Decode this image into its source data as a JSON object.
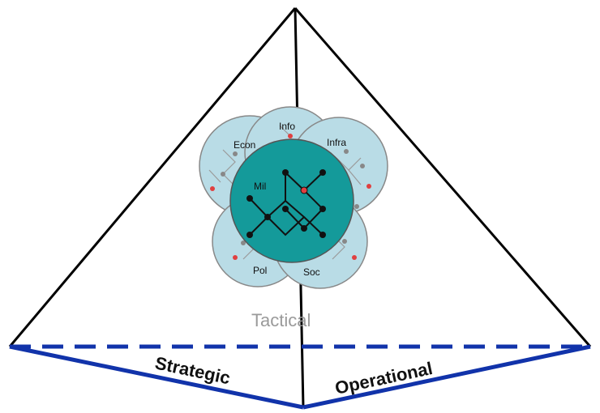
{
  "diagram": {
    "levels": {
      "tactical": "Tactical",
      "strategic": "Strategic",
      "operational": "Operational"
    },
    "domains": {
      "info": "Info",
      "econ": "Econ",
      "infra": "Infra",
      "mil": "Mil",
      "pol": "Pol",
      "soc": "Soc"
    },
    "colors": {
      "pyramid_edge": "#000000",
      "base_line": "#1133aa",
      "outer_circle_fill": "#b9dce6",
      "center_circle_fill": "#149a9a",
      "circle_stroke": "#888888",
      "node_black": "#111111",
      "node_grey": "#888888",
      "node_red": "#e04040"
    }
  }
}
